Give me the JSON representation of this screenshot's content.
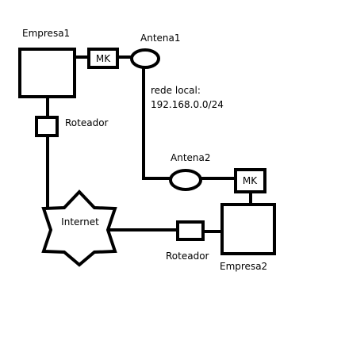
{
  "labels": {
    "empresa1": "Empresa1",
    "empresa2": "Empresa2",
    "antena1": "Antena1",
    "antena2": "Antena2",
    "mk1": "MK",
    "mk2": "MK",
    "roteador1": "Roteador",
    "roteador2": "Roteador",
    "internet": "Internet",
    "rede_local_line1": "rede local:",
    "rede_local_line2": "192.168.0.0/24"
  },
  "colors": {
    "stroke": "#000000",
    "background": "#ffffff"
  }
}
